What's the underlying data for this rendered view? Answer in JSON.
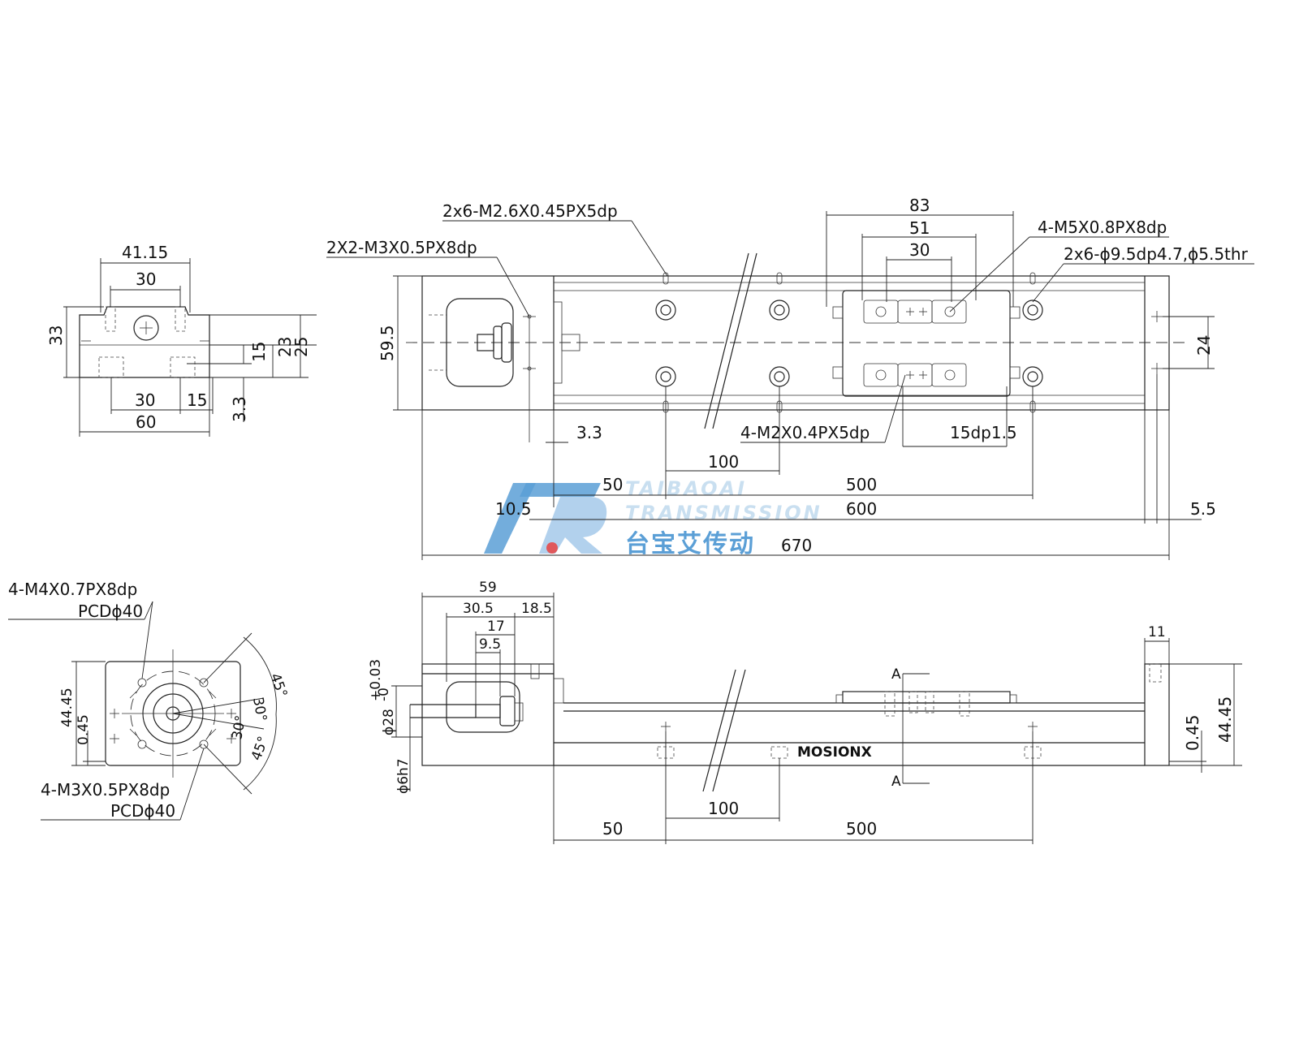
{
  "side_view": {
    "dims": {
      "w4115": "41.15",
      "w30_top": "30",
      "h33": "33",
      "h15": "15",
      "h23": "23",
      "h25": "25",
      "w30_bot": "30",
      "w15": "15",
      "h33b": "3.3",
      "w60": "60"
    }
  },
  "top_view": {
    "callouts": {
      "m26": "2x6-M2.6X0.45PX5dp",
      "m3": "2X2-M3X0.5PX8dp",
      "m5": "4-M5X0.8PX8dp",
      "cb": "2x6-ϕ9.5dp4.7,ϕ5.5thr",
      "m2": "4-M2X0.4PX5dp",
      "dp": "15dp1.5"
    },
    "dims": {
      "d83": "83",
      "d51": "51",
      "d30": "30",
      "d595": "59.5",
      "d24": "24",
      "d33": "3.3",
      "d100": "100",
      "d50": "50",
      "d500": "500",
      "d105": "10.5",
      "d600": "600",
      "d55": "5.5",
      "d670": "670"
    }
  },
  "motor_flange": {
    "callouts": {
      "m4": "4-M4X0.7PX8dp",
      "pcd_top": "PCDϕ40",
      "m3": "4-M3X0.5PX8dp",
      "pcd_bot": "PCDϕ40"
    },
    "dims": {
      "h4445": "44.45",
      "h045": "0.45",
      "a45a": "45°",
      "a30a": "30°",
      "a30b": "30°",
      "a45b": "45°"
    }
  },
  "front_view": {
    "dims": {
      "d59": "59",
      "d305": "30.5",
      "d185": "18.5",
      "d17": "17",
      "d95": "9.5",
      "d11": "11",
      "phi28": "ϕ28",
      "tol_up": "+0.03",
      "tol_lo": "-0",
      "phi6": "ϕ6h7",
      "h045": "0.45",
      "h4445": "44.45",
      "b50": "50",
      "b100": "100",
      "b500": "500",
      "secA1": "A",
      "secA2": "A"
    },
    "brand": "MOSIONX"
  },
  "watermark": {
    "en1": "TAIBAOAI",
    "en2": "TRANSMISSION",
    "cn": "台宝艾传动"
  },
  "colors": {
    "line": "#222222",
    "wm_blue": "#5b9fd6",
    "wm_light": "#c9dff0",
    "wm_red": "#e0585b"
  }
}
